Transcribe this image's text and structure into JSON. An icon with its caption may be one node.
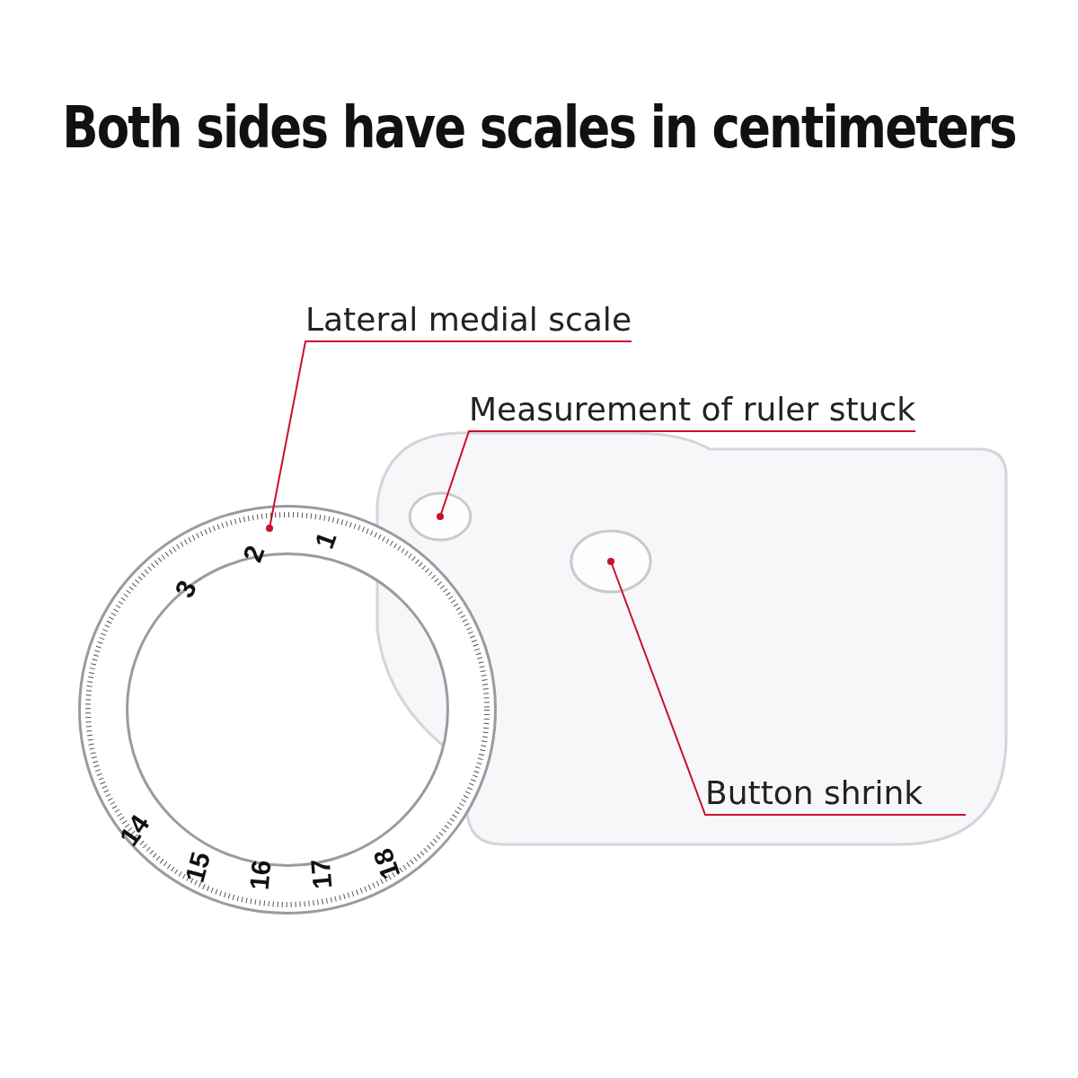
{
  "diagram": {
    "title": "Both sides have scales in centimeters",
    "nodes": [
      {
        "text": [
          "Lateral medial scale"
        ]
      },
      {
        "text": [],
        "shape": "bar"
      },
      {
        "text": [
          "Measurement of ruler stuck"
        ]
      },
      {
        "text": [],
        "shape": "circle"
      },
      {
        "text": [
          "Button shrink"
        ]
      },
      {
        "text": [],
        "shape": "circle"
      }
    ],
    "edges": [
      {
        "from": 0,
        "to": 1,
        "arrow": "other"
      },
      {
        "from": 2,
        "to": 3,
        "arrow": "other"
      },
      {
        "from": 4,
        "to": 5,
        "arrow": "other"
      }
    ],
    "labels": [
      "1",
      "2",
      "3",
      "14",
      "15",
      "16",
      "17",
      "18"
    ]
  }
}
